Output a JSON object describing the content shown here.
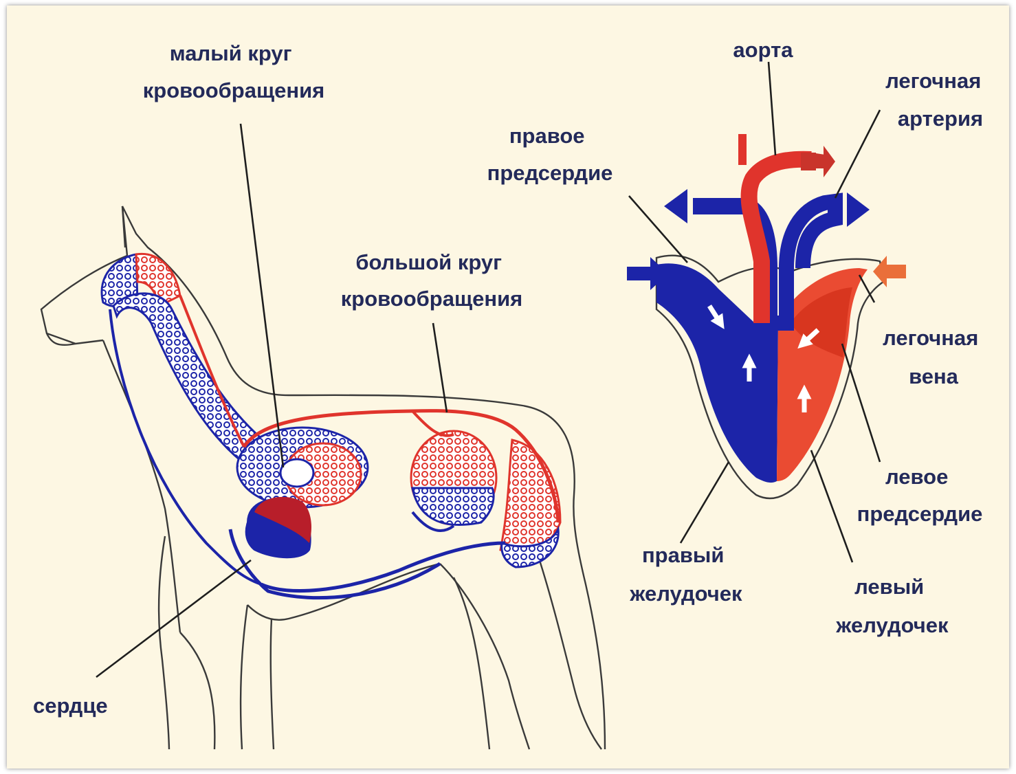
{
  "labels": {
    "pulmonary_circulation": [
      "малый круг",
      "кровообращения"
    ],
    "systemic_circulation": [
      "большой круг",
      "кровообращения"
    ],
    "heart": "сердце",
    "aorta": "аорта",
    "pulmonary_artery": [
      "легочная",
      "артерия"
    ],
    "right_atrium": [
      "правое",
      "предсердие"
    ],
    "pulmonary_vein": [
      "легочная",
      "вена"
    ],
    "left_atrium": [
      "левое",
      "предсердие"
    ],
    "right_ventricle": [
      "правый",
      "желудочек"
    ],
    "left_ventricle": [
      "левый",
      "желудочек"
    ]
  },
  "colors": {
    "background": "#fdf7e3",
    "venous_blood": "#1c24a8",
    "arterial_blood": "#e0342c",
    "label_text": "#232a5a"
  }
}
